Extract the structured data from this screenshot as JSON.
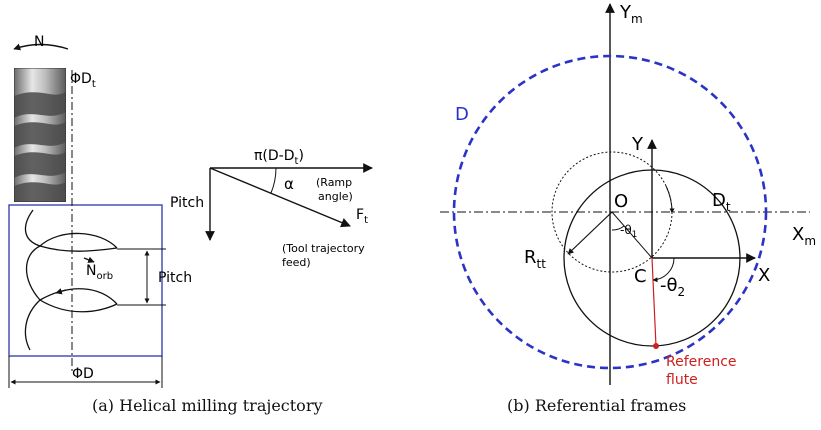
{
  "panel_a": {
    "caption": "(a) Helical milling trajectory",
    "label_N": "N",
    "label_phiDt": "ΦD",
    "label_phiDt_sub": "t",
    "label_Norb": "N",
    "label_Norb_sub": "orb",
    "label_pitch_side": "Pitch",
    "label_phiD": "ΦD",
    "vector_diagram": {
      "label_top": "π(D-D",
      "label_top_sub": "t",
      "label_top_close": ")",
      "label_alpha": "α",
      "label_ramp_1": "(Ramp",
      "label_ramp_2": "angle)",
      "label_Ft": "F",
      "label_Ft_sub": "t",
      "label_pitch": "Pitch",
      "label_feed_1": "(Tool trajectory",
      "label_feed_2": "feed)"
    }
  },
  "panel_b": {
    "caption": "(b) Referential frames",
    "label_Ym": "Y",
    "label_Ym_sub": "m",
    "label_Xm": "X",
    "label_Xm_sub": "m",
    "label_D": "D",
    "label_Y": "Y",
    "label_X": "X",
    "label_O": "O",
    "label_C": "C",
    "label_Dt": "D",
    "label_Dt_sub": "t",
    "label_Rtt": "R",
    "label_Rtt_sub": "tt",
    "label_theta1": "-θ",
    "label_theta1_sub": "1",
    "label_theta2": "-θ",
    "label_theta2_sub": "2",
    "label_ref_1": "Reference",
    "label_ref_2": "flute",
    "colors": {
      "outer_circle": "#2b33c7",
      "reference": "#cc1f1f"
    }
  }
}
